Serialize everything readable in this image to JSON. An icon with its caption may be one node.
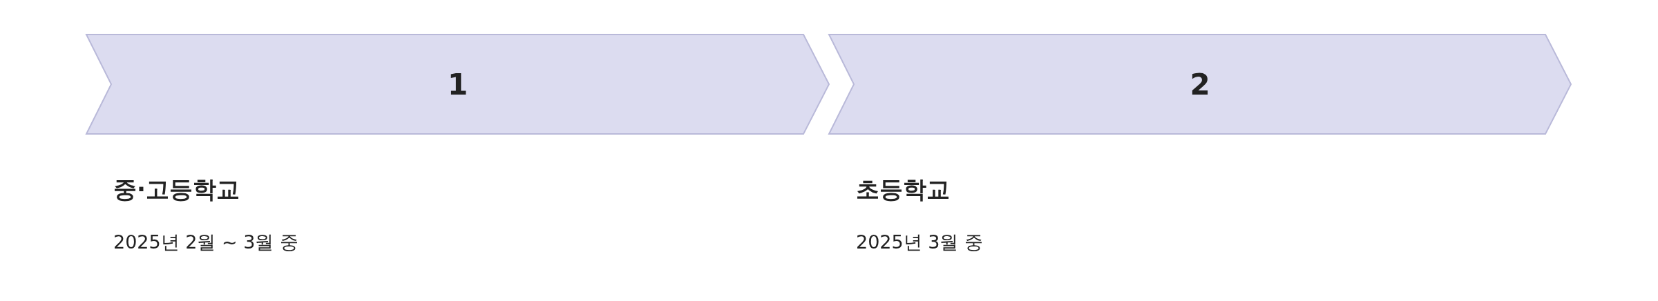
{
  "diagram": {
    "nodes": [
      {
        "text": [
          "1"
        ],
        "beside": [
          "중·고등학교",
          "2025년 2월 ~ 3월 중"
        ]
      },
      {
        "text": [
          "2"
        ],
        "beside": [
          "초등학교",
          "2025년 3월 중"
        ]
      }
    ]
  }
}
